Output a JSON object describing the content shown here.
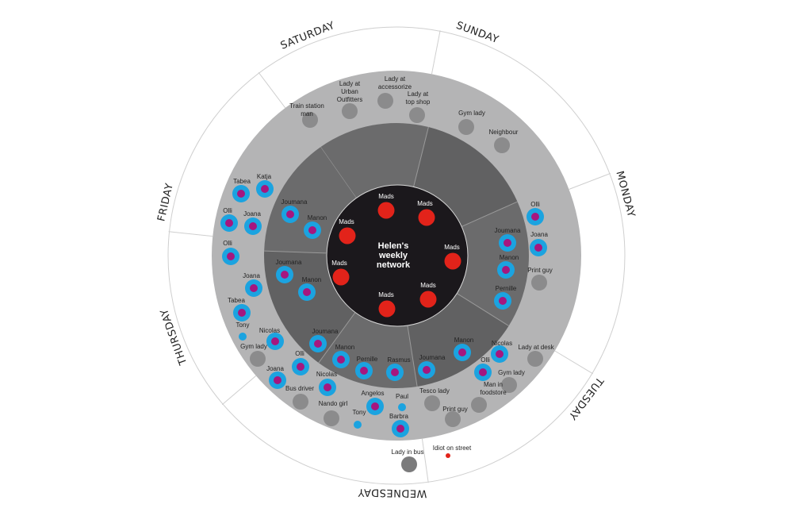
{
  "title_lines": [
    "Helen's",
    "weekly",
    "network"
  ],
  "days": [
    "SUNDAY",
    "MONDAY",
    "TUESDAY",
    "WEDNESDAY",
    "THURSDAY",
    "FRIDAY",
    "SATURDAY"
  ],
  "colors": {
    "outer_ring": "#b4b4b5",
    "inner_ring_light": "#6b6b6c",
    "inner_ring_dark": "#616162",
    "core": "#1b181c",
    "mads": "#e2231a",
    "ring_outer": "#1ba3e0",
    "ring_inner": "#a5177f",
    "acquaintance": "#8b8b8c",
    "divider": "#cfcfcf"
  },
  "nodes": [
    {
      "type": "mads",
      "lines": [
        "Mads"
      ]
    },
    {
      "type": "mads",
      "lines": [
        "Mads"
      ]
    },
    {
      "type": "mads",
      "lines": [
        "Mads"
      ]
    },
    {
      "type": "mads",
      "lines": [
        "Mads"
      ]
    },
    {
      "type": "mads",
      "lines": [
        "Mads"
      ]
    },
    {
      "type": "mads",
      "lines": [
        "Mads"
      ]
    },
    {
      "type": "mads",
      "lines": [
        "Mads"
      ]
    },
    {
      "type": "friend",
      "lines": [
        "Tabea"
      ]
    },
    {
      "type": "friend",
      "lines": [
        "Katja"
      ]
    },
    {
      "type": "friend",
      "lines": [
        "Olli"
      ]
    },
    {
      "type": "friend",
      "lines": [
        "Joana"
      ]
    },
    {
      "type": "friend",
      "lines": [
        "Olli"
      ]
    },
    {
      "type": "friend",
      "lines": [
        "Joana"
      ]
    },
    {
      "type": "friend",
      "lines": [
        "Tabea"
      ]
    },
    {
      "type": "friend",
      "lines": [
        "Joumana"
      ]
    },
    {
      "type": "friend",
      "lines": [
        "Manon"
      ]
    },
    {
      "type": "friend",
      "lines": [
        "Joumana"
      ]
    },
    {
      "type": "friend",
      "lines": [
        "Manon"
      ]
    },
    {
      "type": "friend",
      "lines": [
        "Nicolas"
      ]
    },
    {
      "type": "friend",
      "lines": [
        "Olli"
      ]
    },
    {
      "type": "friend",
      "lines": [
        "Joana"
      ]
    },
    {
      "type": "friend",
      "lines": [
        "Nicolas"
      ]
    },
    {
      "type": "friend",
      "lines": [
        "Joumana"
      ]
    },
    {
      "type": "friend",
      "lines": [
        "Manon"
      ]
    },
    {
      "type": "friend",
      "lines": [
        "Pernille"
      ]
    },
    {
      "type": "friend",
      "lines": [
        "Rasmus"
      ]
    },
    {
      "type": "friend",
      "lines": [
        "Angelos"
      ]
    },
    {
      "type": "friend",
      "lines": [
        "Barbra"
      ]
    },
    {
      "type": "friend",
      "lines": [
        "Joumana"
      ]
    },
    {
      "type": "friend",
      "lines": [
        "Manon"
      ]
    },
    {
      "type": "friend",
      "lines": [
        "Nicolas"
      ]
    },
    {
      "type": "friend",
      "lines": [
        "Olli"
      ]
    },
    {
      "type": "friend",
      "lines": [
        "Olli"
      ]
    },
    {
      "type": "friend",
      "lines": [
        "Joana"
      ]
    },
    {
      "type": "friend",
      "lines": [
        "Joumana"
      ]
    },
    {
      "type": "friend",
      "lines": [
        "Manon"
      ]
    },
    {
      "type": "friend",
      "lines": [
        "Pernille"
      ]
    },
    {
      "type": "small",
      "lines": [
        "Tony"
      ]
    },
    {
      "type": "small",
      "lines": [
        "Paul"
      ]
    },
    {
      "type": "small",
      "lines": [
        "Tony"
      ]
    },
    {
      "type": "gray",
      "lines": [
        "Train station",
        "man"
      ]
    },
    {
      "type": "gray",
      "lines": [
        "Lady at",
        "Urban",
        "Outfitters"
      ]
    },
    {
      "type": "gray",
      "lines": [
        "Lady at",
        "accessorize"
      ]
    },
    {
      "type": "gray",
      "lines": [
        "Lady at",
        "top shop"
      ]
    },
    {
      "type": "gray",
      "lines": [
        "Gym lady"
      ]
    },
    {
      "type": "gray",
      "lines": [
        "Neighbour"
      ]
    },
    {
      "type": "gray",
      "lines": [
        "Print guy"
      ]
    },
    {
      "type": "gray",
      "lines": [
        "Lady at desk"
      ]
    },
    {
      "type": "gray",
      "lines": [
        "Gym lady"
      ]
    },
    {
      "type": "gray",
      "lines": [
        "Man in",
        "foodstore"
      ]
    },
    {
      "type": "gray",
      "lines": [
        "Print guy"
      ]
    },
    {
      "type": "gray",
      "lines": [
        "Tesco lady"
      ]
    },
    {
      "type": "gray",
      "lines": [
        "Bus driver"
      ]
    },
    {
      "type": "gray",
      "lines": [
        "Nando girl"
      ]
    },
    {
      "type": "gray",
      "lines": [
        "Gym lady"
      ]
    },
    {
      "type": "gray",
      "lines": [
        "Lady in bus"
      ]
    },
    {
      "type": "stranger",
      "lines": [
        "Idiot on street"
      ]
    }
  ]
}
